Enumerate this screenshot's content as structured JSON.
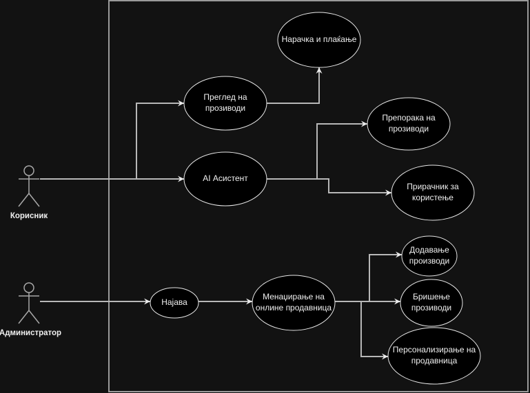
{
  "diagram": {
    "type": "use-case",
    "colors": {
      "background": "#121212",
      "ellipse_fill": "#000000",
      "ellipse_stroke": "#e8e8e8",
      "edge": "#b8b8b8",
      "text": "#f0f0f0",
      "boundary": "#9a9a9a"
    },
    "actors": [
      {
        "id": "user",
        "label": "Корисник"
      },
      {
        "id": "admin",
        "label": "Администратор"
      }
    ],
    "use_cases": [
      {
        "id": "order",
        "lines": [
          "Нарачка и плаќање"
        ]
      },
      {
        "id": "browse",
        "lines": [
          "Преглед на",
          "прозиводи"
        ]
      },
      {
        "id": "recommend",
        "lines": [
          "Препорака на",
          "прозиводи"
        ]
      },
      {
        "id": "ai",
        "lines": [
          "AI Асистент"
        ]
      },
      {
        "id": "manual",
        "lines": [
          "Прирачник за",
          "користење"
        ]
      },
      {
        "id": "login",
        "lines": [
          "Најава"
        ]
      },
      {
        "id": "manage",
        "lines": [
          "Менаџирање на",
          "онлине продавница"
        ]
      },
      {
        "id": "add",
        "lines": [
          "Додавање",
          "производи"
        ]
      },
      {
        "id": "delete",
        "lines": [
          "Бришење",
          "прозиводи"
        ]
      },
      {
        "id": "personalize",
        "lines": [
          "Персонализирање на",
          "продавница"
        ]
      }
    ],
    "edges": [
      {
        "from": "user",
        "to": "browse"
      },
      {
        "from": "user",
        "to": "ai"
      },
      {
        "from": "browse",
        "to": "order"
      },
      {
        "from": "ai",
        "to": "recommend"
      },
      {
        "from": "ai",
        "to": "manual"
      },
      {
        "from": "admin",
        "to": "login"
      },
      {
        "from": "login",
        "to": "manage"
      },
      {
        "from": "manage",
        "to": "add"
      },
      {
        "from": "manage",
        "to": "delete"
      },
      {
        "from": "manage",
        "to": "personalize"
      }
    ]
  }
}
